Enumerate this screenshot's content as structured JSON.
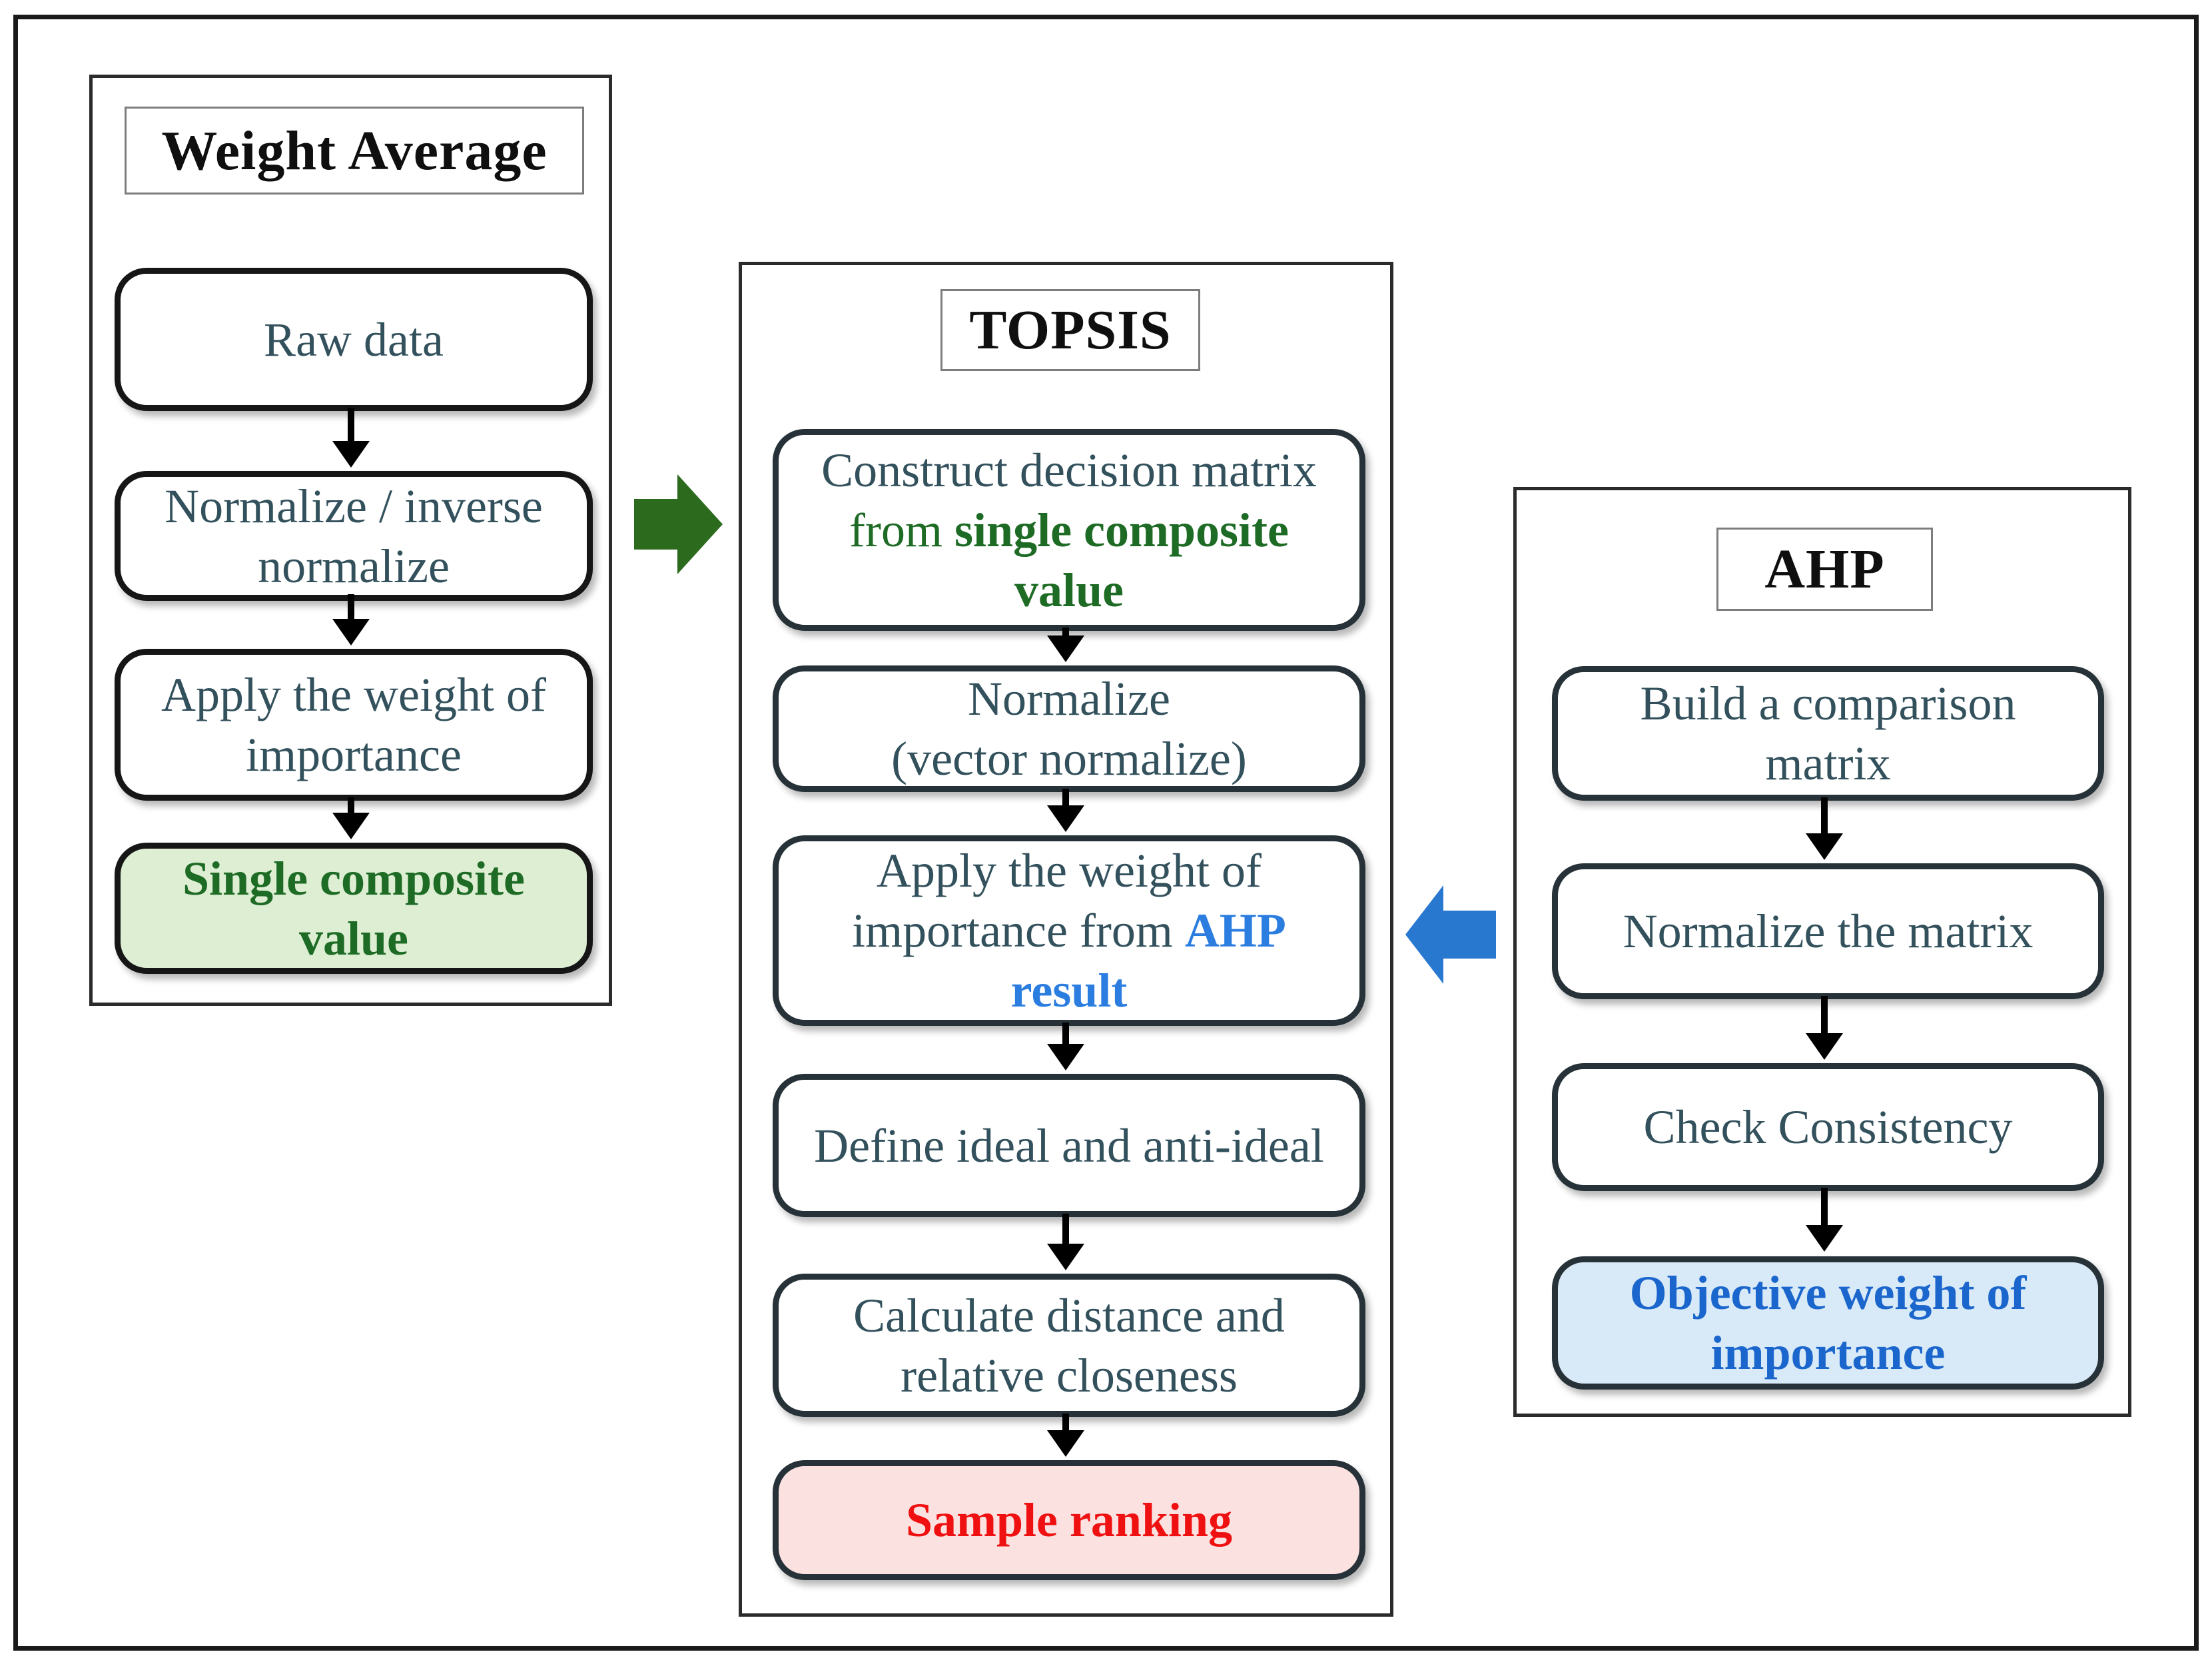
{
  "figure": {
    "type": "flowchart",
    "description": "Three-panel methodology flowchart: Weight Average feeds TOPSIS; AHP feeds TOPSIS"
  },
  "panels": {
    "weight_average": {
      "title": "Weight Average",
      "boxes": {
        "raw_data": "Raw data",
        "normalize_line1": "Normalize / inverse",
        "normalize_line2": "normalize",
        "apply_line1": "Apply the weight of",
        "apply_line2": "importance",
        "single_composite_line1": "Single composite",
        "single_composite_line2": "value"
      }
    },
    "topsis": {
      "title": "TOPSIS",
      "boxes": {
        "construct_line1": "Construct decision matrix",
        "construct_line2_normal": "from ",
        "construct_line2_bold": "single composite",
        "construct_line3_bold": "value",
        "normalize_line1": "Normalize",
        "normalize_line2": "(vector normalize)",
        "apply_line1": "Apply the weight of",
        "apply_line2_normal": "importance from ",
        "apply_line2_accent": "AHP",
        "apply_line3_accent": "result",
        "define_ideal": "Define ideal and anti-ideal",
        "calculate_line1": "Calculate distance and",
        "calculate_line2": "relative closeness",
        "sample_ranking": "Sample ranking"
      }
    },
    "ahp": {
      "title": "AHP",
      "boxes": {
        "build_line1": "Build a comparison",
        "build_line2": "matrix",
        "normalize_matrix": "Normalize the matrix",
        "check_consistency": "Check Consistency",
        "objective_line1": "Objective weight of",
        "objective_line2": "importance"
      }
    }
  },
  "colors": {
    "slate_text": "#33515c",
    "box_border": "#263238",
    "green_accent": "#1d6b24",
    "green_fill": "#ddeed3",
    "blue_accent": "#2b7de0",
    "blue_text": "#1a66cc",
    "blue_fill": "#d8e9f8",
    "red_text": "#ef1111",
    "pink_fill": "#fbe1e0",
    "arrow_green": "#2c6b1e",
    "arrow_blue": "#2878d0"
  }
}
